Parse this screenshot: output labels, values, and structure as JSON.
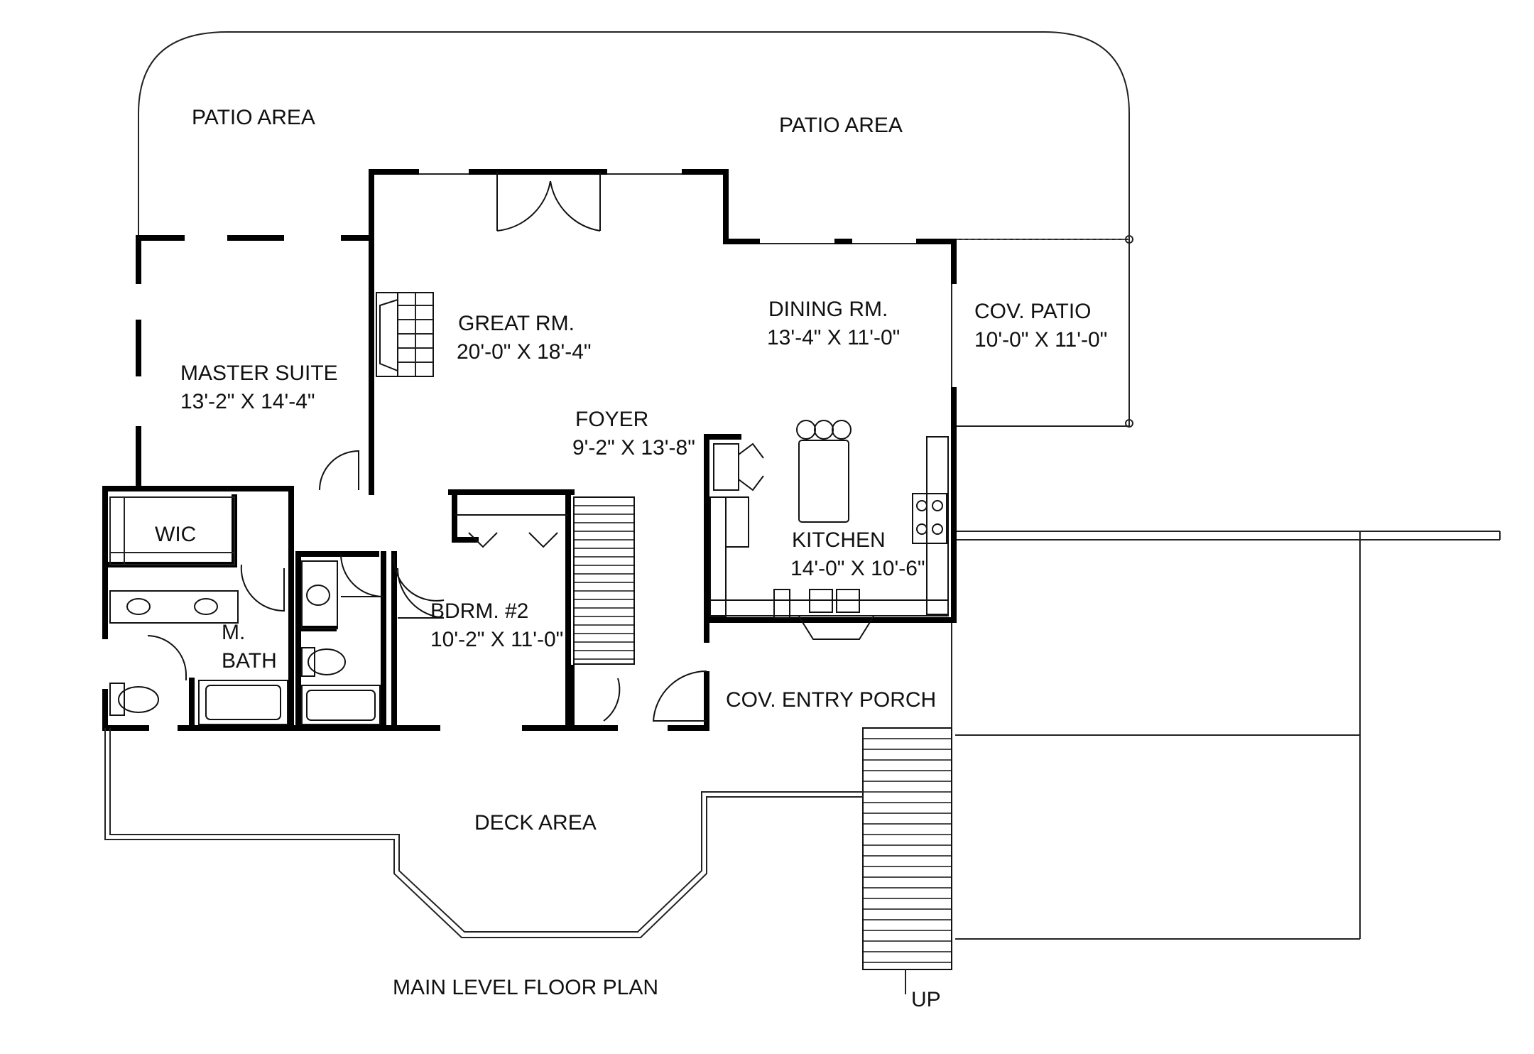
{
  "plan": {
    "title": "MAIN LEVEL FLOOR PLAN",
    "stair_label": "UP",
    "rooms": {
      "patio_left": {
        "name": "PATIO AREA"
      },
      "patio_right": {
        "name": "PATIO AREA"
      },
      "great_room": {
        "name": "GREAT RM.",
        "dims": "20'-0\" X 18'-4\""
      },
      "dining_room": {
        "name": "DINING RM.",
        "dims": "13'-4\" X 11'-0\""
      },
      "cov_patio": {
        "name": "COV. PATIO",
        "dims": "10'-0\" X 11'-0\""
      },
      "master_suite": {
        "name": "MASTER SUITE",
        "dims": "13'-2\" X 14'-4\""
      },
      "foyer": {
        "name": "FOYER",
        "dims": "9'-2\" X 13'-8\""
      },
      "wic": {
        "name": "WIC"
      },
      "master_bath": {
        "name_line1": "M.",
        "name_line2": "BATH"
      },
      "bedroom2": {
        "name": "BDRM. #2",
        "dims": "10'-2\" X 11'-0\""
      },
      "kitchen": {
        "name": "KITCHEN",
        "dims": "14'-0\" X 10'-6\""
      },
      "entry_porch": {
        "name": "COV. ENTRY PORCH"
      },
      "deck": {
        "name": "DECK AREA"
      }
    }
  }
}
